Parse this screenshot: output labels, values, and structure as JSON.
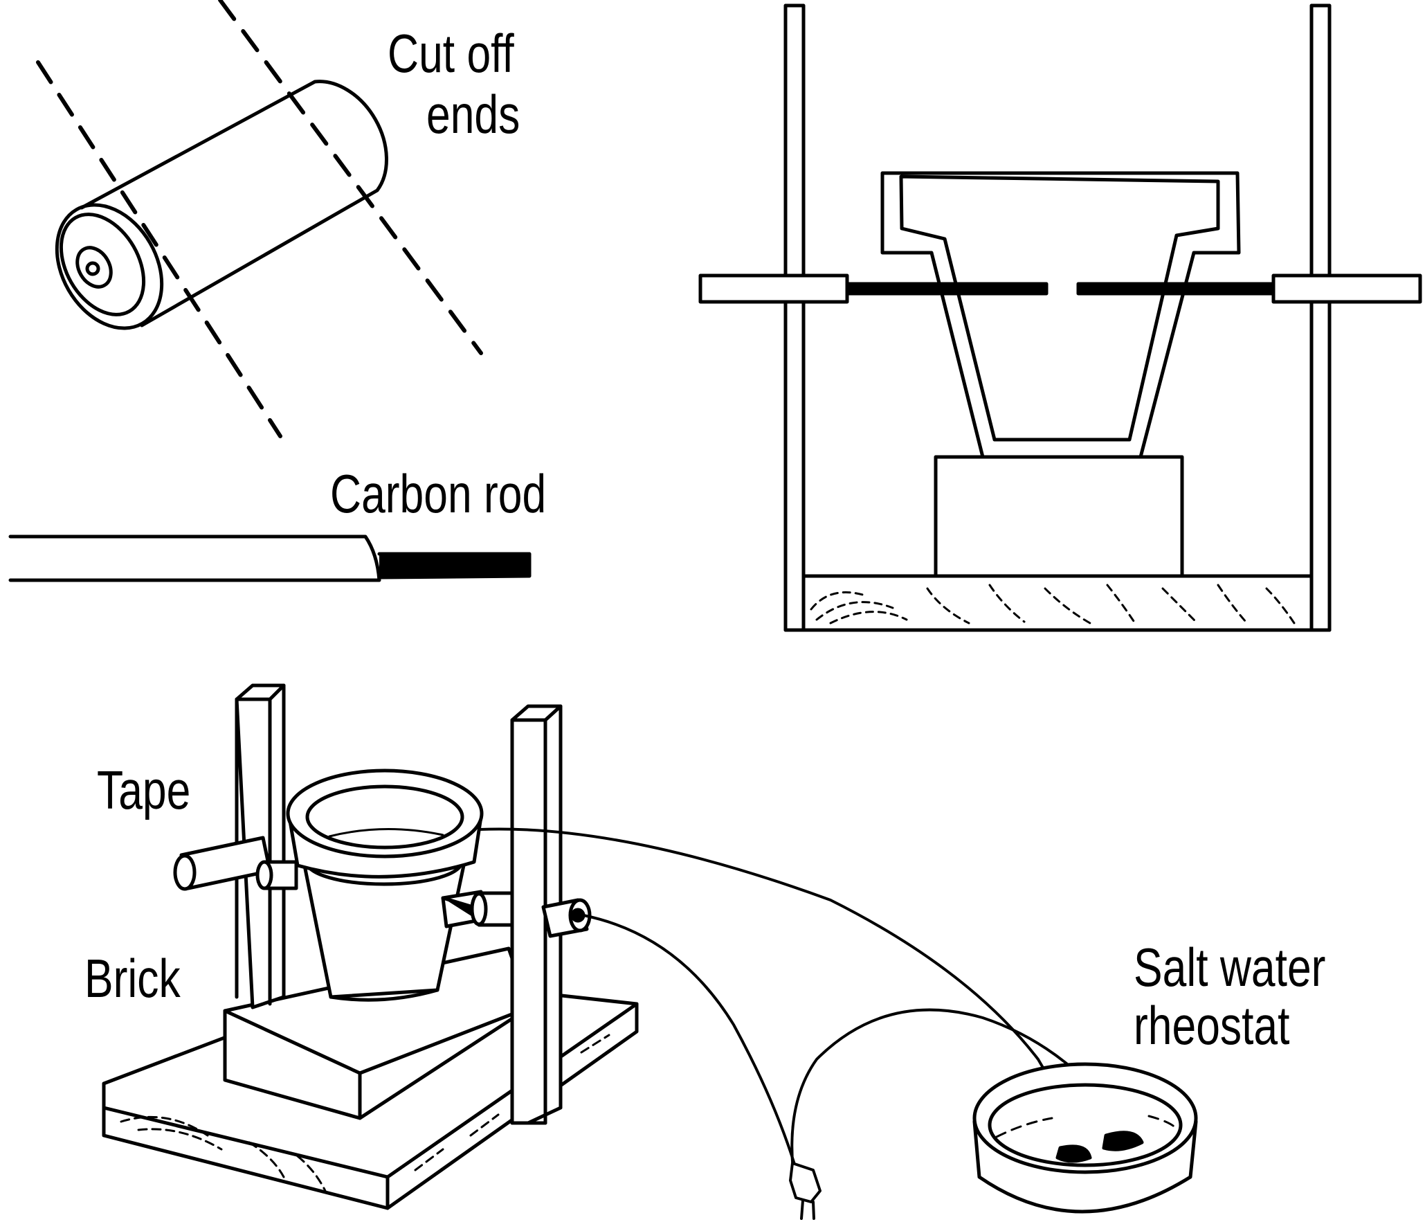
{
  "labels": {
    "cut_off_line1": "Cut off",
    "cut_off_line2": "ends",
    "carbon_rod": "Carbon rod",
    "tape": "Tape",
    "brick": "Brick",
    "salt_water_line1": "Salt water",
    "salt_water_line2": "rheostat"
  },
  "colors": {
    "ink": "#000000",
    "paper": "#ffffff"
  },
  "icons": {
    "battery": "battery-cylinder-icon",
    "plug": "electrical-plug-icon"
  }
}
